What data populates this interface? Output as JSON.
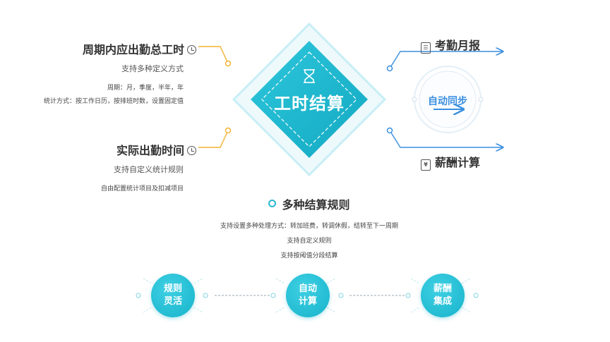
{
  "center": {
    "label": "工时结算",
    "icon": "hourglass-icon"
  },
  "left_top": {
    "title": "周期内应出勤总工时",
    "subtitle": "支持多种定义方式",
    "line1": "周期：月，季度，半年，年",
    "line2": "统计方式：按工作日历，按排班时数，设置固定值",
    "icon": "clock-icon"
  },
  "left_bottom": {
    "title": "实际出勤时间",
    "subtitle": "支持自定义统计规则",
    "line1": "自由配置统计项目及扣减项目",
    "icon": "clock-icon"
  },
  "right": {
    "top_label": "考勤月报",
    "top_icon": "report-icon",
    "sync_label": "自动同步",
    "bottom_label": "薪酬计算",
    "bottom_icon": "yuan-icon",
    "bottom_icon_glyph": "¥"
  },
  "rules": {
    "title": "多种结算规则",
    "line1": "支持设置多种处理方式：转加班费，转调休假，结转至下一周期",
    "line2": "支持自定义规则",
    "line3": "支持按阈值分段结算"
  },
  "features": [
    {
      "line1": "规则",
      "line2": "灵活"
    },
    {
      "line1": "自动",
      "line2": "计算"
    },
    {
      "line1": "薪酬",
      "line2": "集成"
    }
  ],
  "colors": {
    "accent": "#16b3ca",
    "orange": "#f2b233",
    "blue": "#3a8fe0"
  }
}
